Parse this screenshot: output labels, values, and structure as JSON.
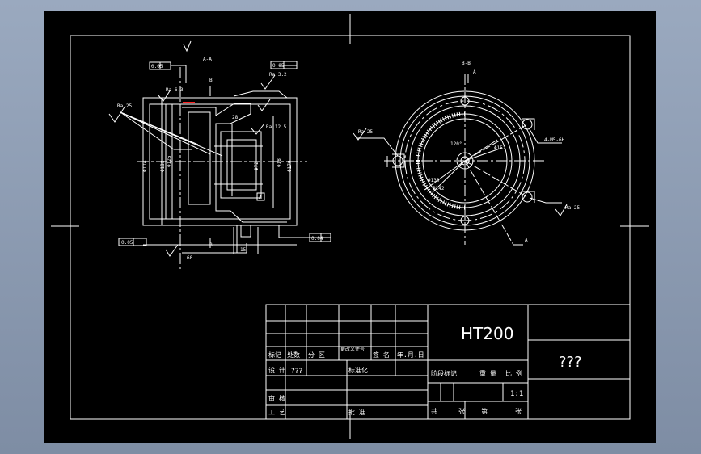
{
  "drawing": {
    "view_a_label": "A-A",
    "view_b_label": "B-B",
    "section_mark_a": "A",
    "section_mark_b": "B",
    "datum": "A",
    "tol_1": "0.05",
    "tol_2": "0.05",
    "tol_3": "0.05",
    "tol_4": "0.04",
    "rough_1": "Ra 25",
    "rough_2": "Ra 6.3",
    "rough_3": "Ra 12.5",
    "rough_4": "Ra 3.2",
    "rough_5": "Ra 25",
    "rough_6": "Ra 25",
    "dim_1": "Φ114",
    "dim_2": "Φ138",
    "dim_3": "Φ125",
    "dim_4": "Φ72",
    "dim_5": "Φ18",
    "dim_6": "Φ170",
    "dim_7": "60",
    "dim_8": "15",
    "dim_9": "28",
    "dim_10": "120°",
    "dim_11": "Φ130",
    "dim_12": "Φ142",
    "dim_13": "Φ152",
    "dim_14": "4-M5-6H"
  },
  "title_block": {
    "material": "HT200",
    "part_name": "???",
    "designer": "???",
    "scale": "1:1",
    "labels": {
      "mark": "标记",
      "count": "处数",
      "zone": "分 区",
      "change_doc": "更改文件号",
      "sign": "签 名",
      "date": "年.月.日",
      "design": "设 计",
      "standard": "标准化",
      "check": "审 核",
      "process": "工 艺",
      "approve": "批 准",
      "stage_mark": "阶段标记",
      "weight": "重 量",
      "ratio": "比 例",
      "sheets_total": "共",
      "sheet": "张",
      "sheet_no": "第",
      "sheet2": "张"
    }
  },
  "colors": {
    "background": "#000000",
    "line": "#ffffff",
    "highlight": "#ff2020",
    "screen": "#8b9ab0"
  }
}
